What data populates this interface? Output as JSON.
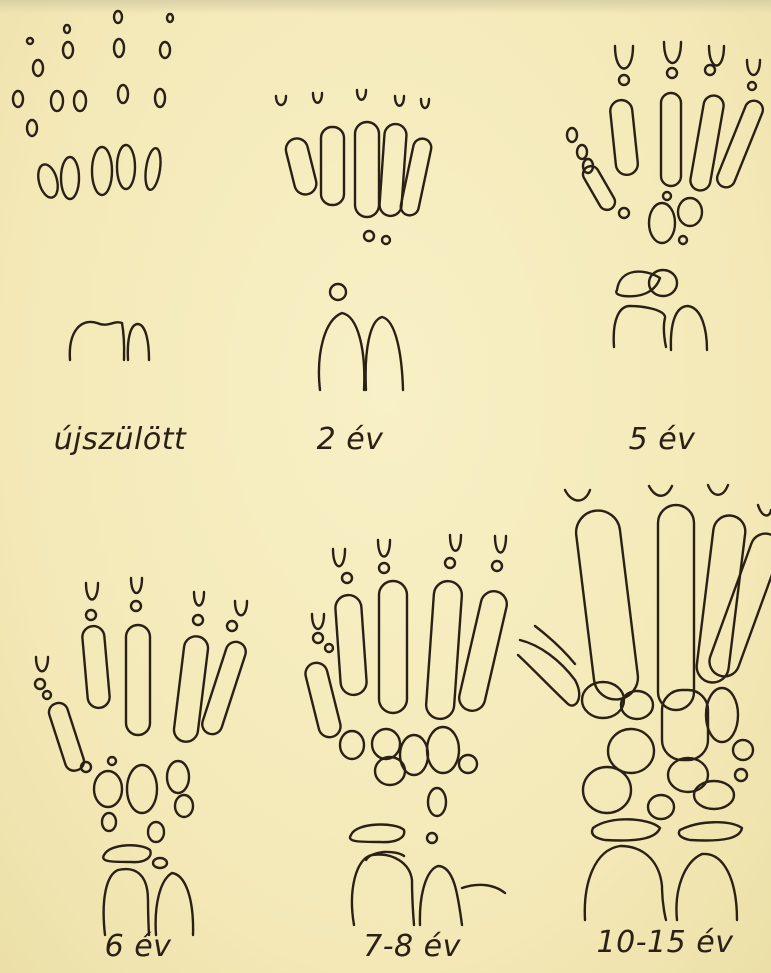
{
  "labels": {
    "newborn": "újszülött",
    "age2": "2 év",
    "age5": "5 év",
    "age6": "6 év",
    "age7_8": "7-8 év",
    "age10_15": "10-15 év"
  }
}
